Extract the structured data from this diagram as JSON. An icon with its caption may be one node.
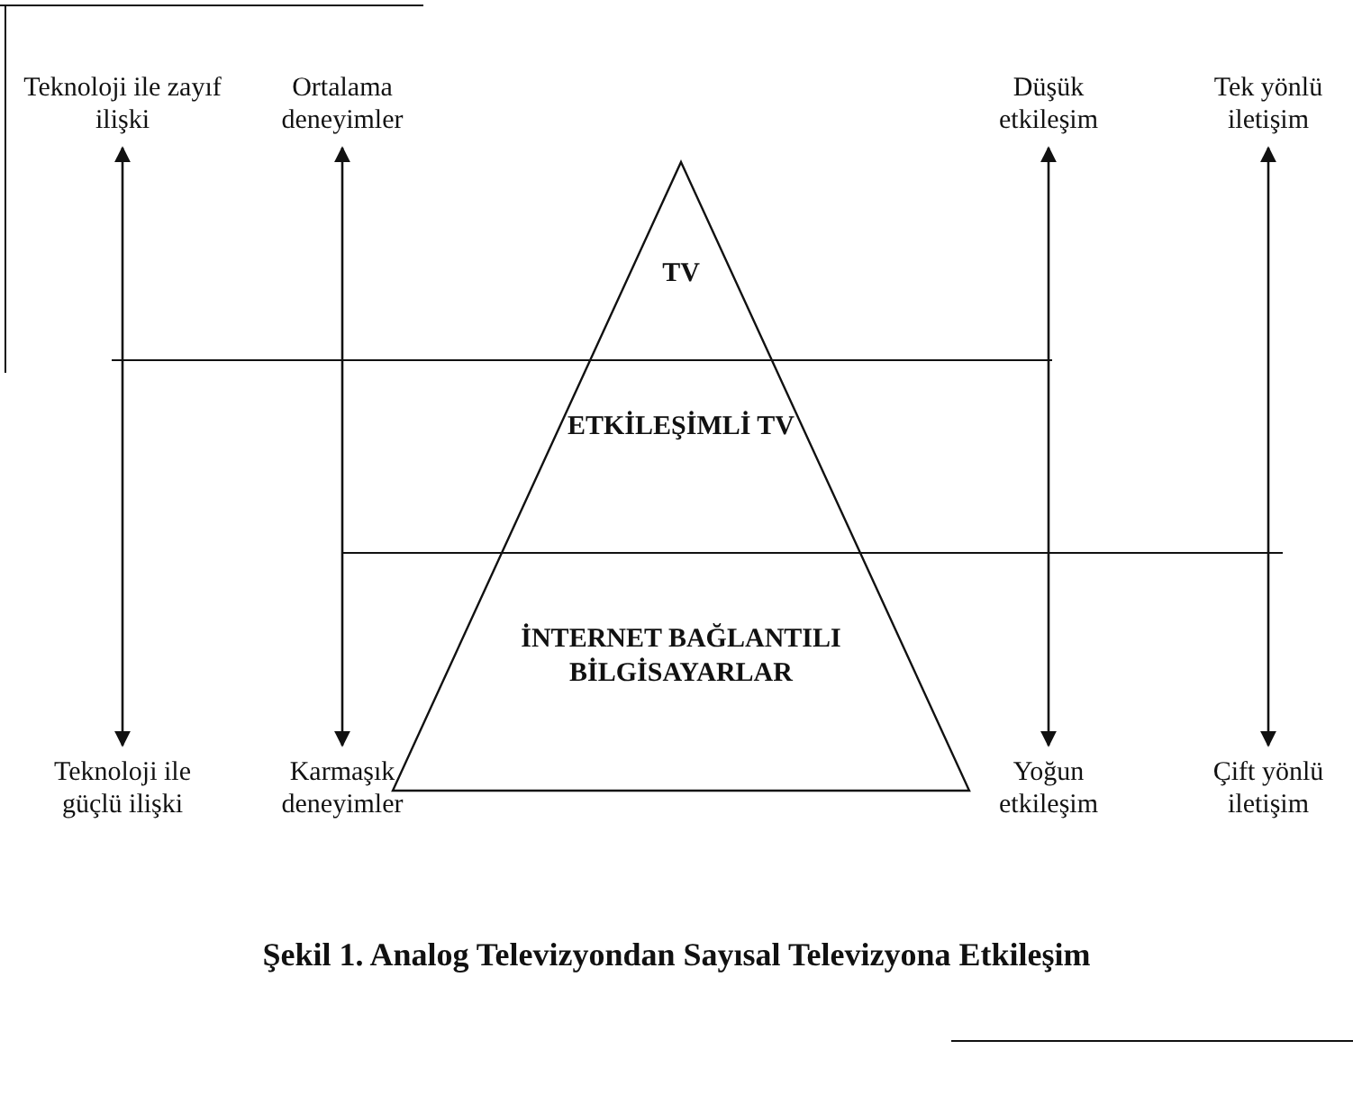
{
  "diagram": {
    "caption": "Şekil 1. Analog Televizyondan Sayısal Televizyona Etkileşim",
    "nodes": [
      {
        "text": [
          "TV"
        ]
      },
      {
        "text": [
          "ETKİLEŞİMLİ TV"
        ]
      },
      {
        "text": [
          "İNTERNET BAĞLANTILI BİLGİSAYARLAR"
        ]
      },
      {
        "text": [
          "Teknoloji ile zayıf ilişki"
        ]
      },
      {
        "text": [
          "Ortalama deneyimler"
        ]
      },
      {
        "text": [
          "Düşük etkileşim"
        ]
      },
      {
        "text": [
          "Tek yönlü iletişim"
        ]
      },
      {
        "text": [
          "Teknoloji ile güçlü ilişki"
        ]
      },
      {
        "text": [
          "Karmaşık deneyimler"
        ]
      },
      {
        "text": [
          "Yoğun etkileşim"
        ]
      },
      {
        "text": [
          "Çift yönlü iletişim"
        ]
      }
    ],
    "edges": [
      {
        "from": 3,
        "to": 7,
        "arrow": "both"
      },
      {
        "from": 4,
        "to": 8,
        "arrow": "both"
      },
      {
        "from": 5,
        "to": 9,
        "arrow": "both"
      },
      {
        "from": 6,
        "to": 10,
        "arrow": "both"
      }
    ]
  }
}
